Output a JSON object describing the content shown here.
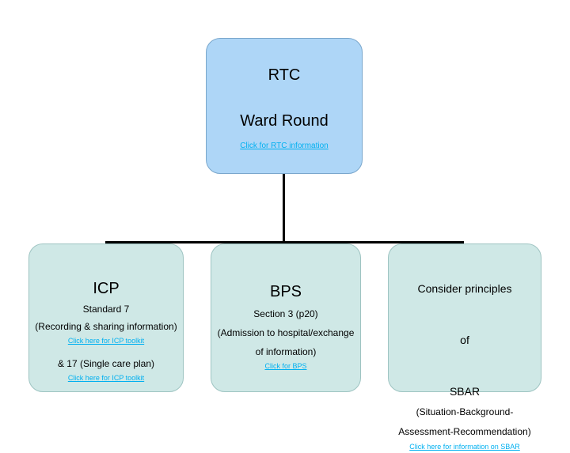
{
  "diagram": {
    "type": "flowchart",
    "colors": {
      "top_node_fill": "#aed6f7",
      "child_node_fill": "#cfe8e6",
      "link_text": "#00b0f0",
      "connector": "#000000",
      "background": "#ffffff"
    },
    "top": {
      "title_line1": "RTC",
      "title_line2": "Ward Round",
      "link": "Click for RTC information"
    },
    "children": [
      {
        "id": "icp",
        "title": "ICP",
        "line1": "Standard 7",
        "line2": "(Recording &  sharing information)",
        "link1": "Click here for ICP toolkit",
        "line3": "& 17 (Single care plan)",
        "link2": "Click here for ICP toolkit"
      },
      {
        "id": "bps",
        "title": "BPS",
        "line1": "Section 3 (p20)",
        "line2": "(Admission to hospital/exchange",
        "line3": "of information)",
        "link1": "Click for BPS"
      },
      {
        "id": "sbar",
        "title_line1": "Consider principles",
        "title_line2": "of",
        "title_line3": "SBAR",
        "line1": "(Situation-Background-",
        "line2": "Assessment-Recommendation)",
        "link1": "Click here for information on SBAR"
      }
    ]
  }
}
